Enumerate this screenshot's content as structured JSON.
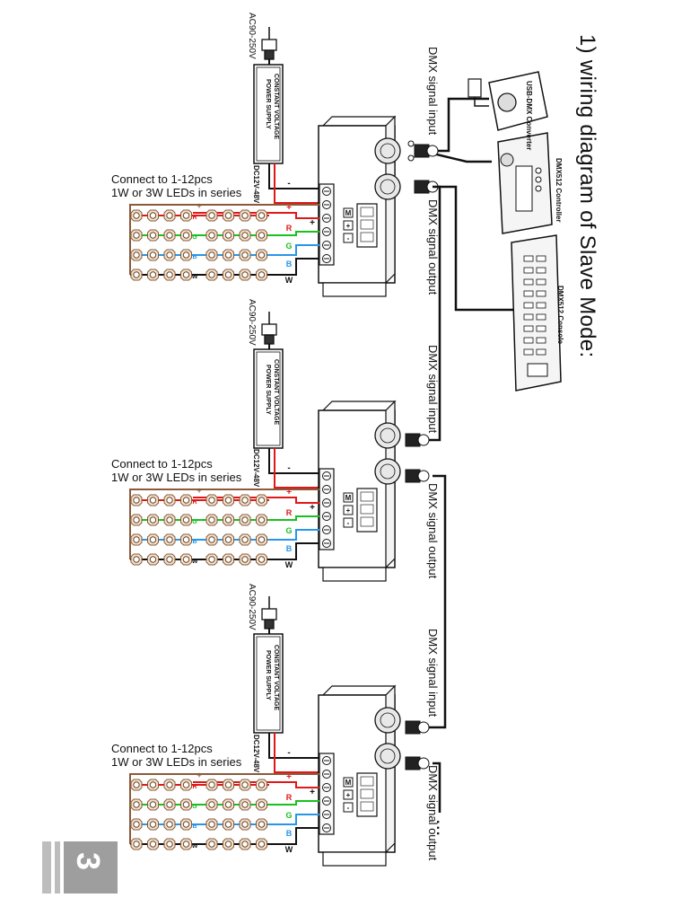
{
  "title": "1)  wiring  diagram of Slave Mode:",
  "devices": {
    "usb_dmx": "USB-DMX Converter",
    "controller": "DMX512 Controller",
    "console": "DMX512 Console"
  },
  "psu": {
    "text_line1": "CONSTANT VOLTAGE",
    "text_line2": "POWER SUPPLY",
    "ac_label": "AC90-250V",
    "dc_label": "DC12V-48V"
  },
  "led_note": {
    "line1": "Connect to 1-12pcs",
    "line2": "1W or 3W LEDs in series"
  },
  "signals": {
    "input": "DMX signal input",
    "output": "DMX signal output"
  },
  "channel_labels": [
    "R",
    "G",
    "B",
    "W"
  ],
  "display_buttons": [
    "M",
    "+",
    "-"
  ],
  "continuation": "...",
  "page_number": "3",
  "colors": {
    "red": "#e01818",
    "green": "#18c020",
    "blue": "#2896e8",
    "black": "#111111",
    "brown": "#8a5a3a"
  }
}
